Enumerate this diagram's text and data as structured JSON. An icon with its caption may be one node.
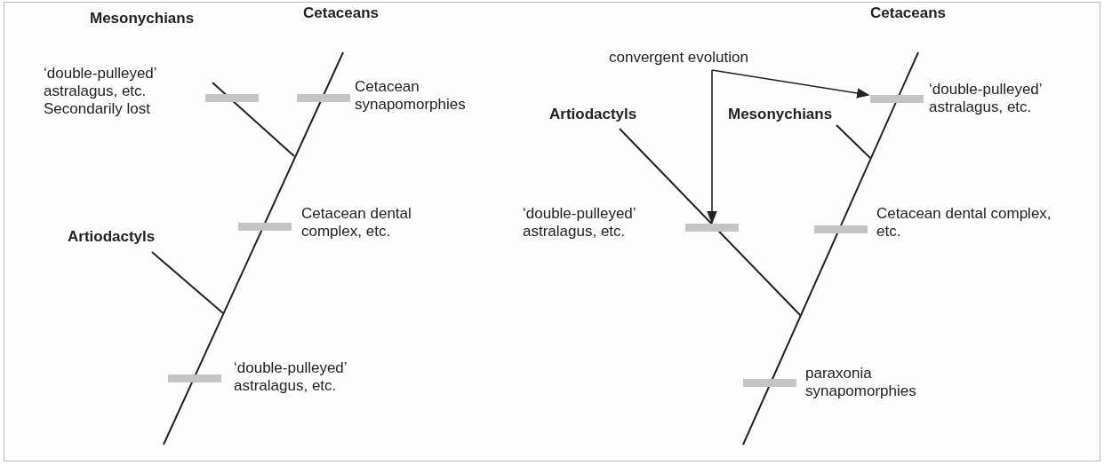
{
  "diagram": {
    "nodes": [
      {
        "text": [
          "convergent evolution"
        ]
      },
      {
        "text": [],
        "shape": "bar"
      },
      {
        "text": [],
        "shape": "bar"
      }
    ],
    "edges": [
      {
        "from": 0,
        "to": 1,
        "arrow": "to"
      },
      {
        "from": 0,
        "to": 2,
        "arrow": "to"
      }
    ],
    "labels": [
      "Mesonychians",
      "Cetaceans",
      "‘double-pulleyed’ astralagus, etc. Secondarily lost",
      "Cetacean synapomorphies",
      "Artiodactyls",
      "Cetacean dental complex, etc.",
      "‘double-pulleyed’ astralagus, etc.",
      "Cetaceans",
      "Artiodactyls",
      "Mesonychians",
      "‘double-pulleyed’ astralagus, etc.",
      "‘double-pulleyed’ astralagus, etc.",
      "Cetacean dental complex, etc.",
      "paraxonia synapomorphies"
    ]
  }
}
